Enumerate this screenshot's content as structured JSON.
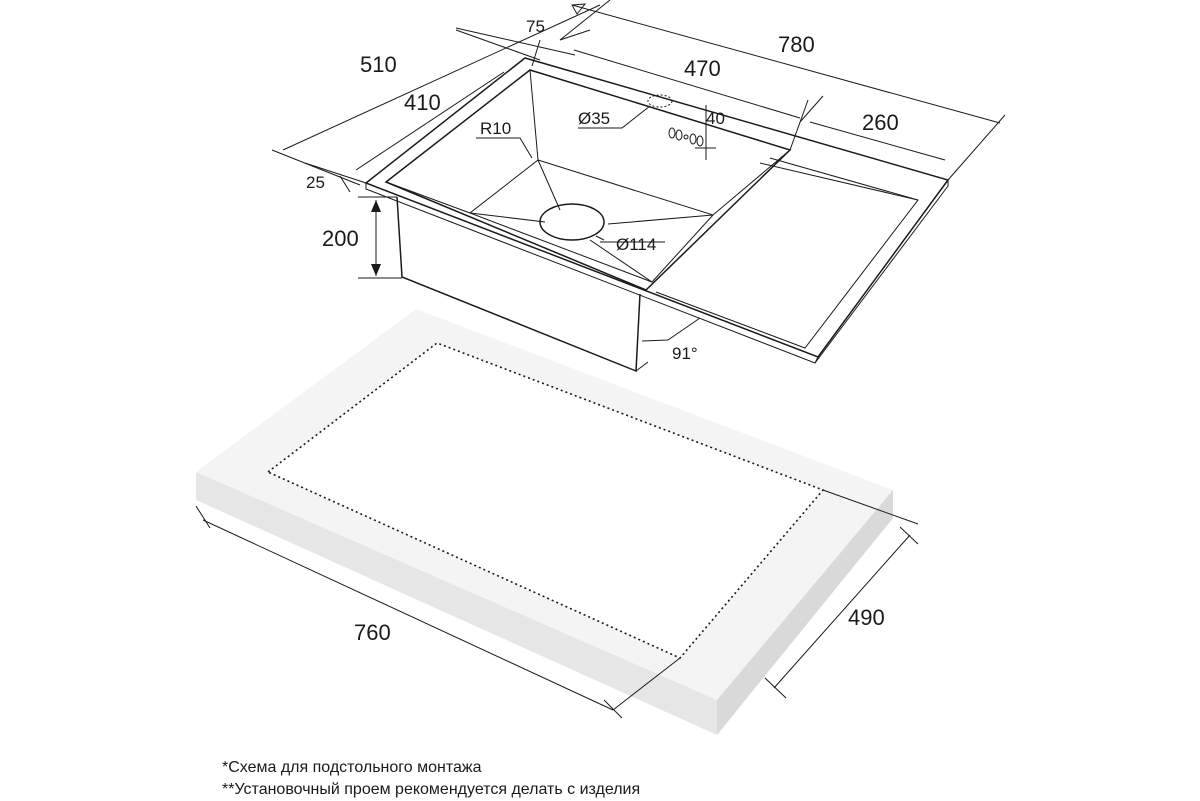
{
  "sink_dimensions": {
    "overall_width": "780",
    "overall_depth": "510",
    "bowl_width": "470",
    "bowl_depth": "410",
    "drainboard_width": "260",
    "rim_back": "75",
    "rim_front": "25",
    "tap_offset": "40",
    "tap_hole": "Ø35",
    "drain_hole": "Ø114",
    "corner_radius": "R10",
    "bowl_height": "200",
    "wall_angle": "91°"
  },
  "cutout_dimensions": {
    "width": "760",
    "depth": "490"
  },
  "notes": [
    "*Схема для подстольного монтажа",
    "**Установочный проем рекомендуется делать с изделия"
  ]
}
